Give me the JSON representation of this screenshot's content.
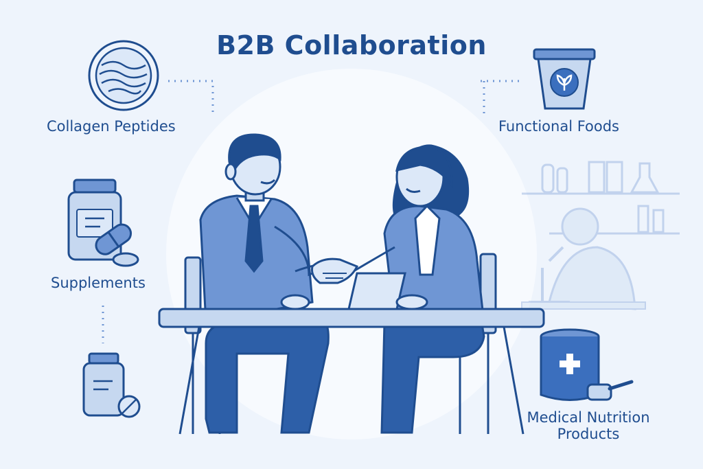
{
  "title": "B2B Collaboration",
  "labels": {
    "collagen": "Collagen Peptides",
    "functional": "Functional Foods",
    "supplements": "Supplements",
    "medical_line1": "Medical Nutrition",
    "medical_line2": "Products"
  },
  "colors": {
    "background": "#eef4fc",
    "primary": "#1f4d8f",
    "accent": "#6f96d4",
    "light": "#c6d8f0"
  }
}
